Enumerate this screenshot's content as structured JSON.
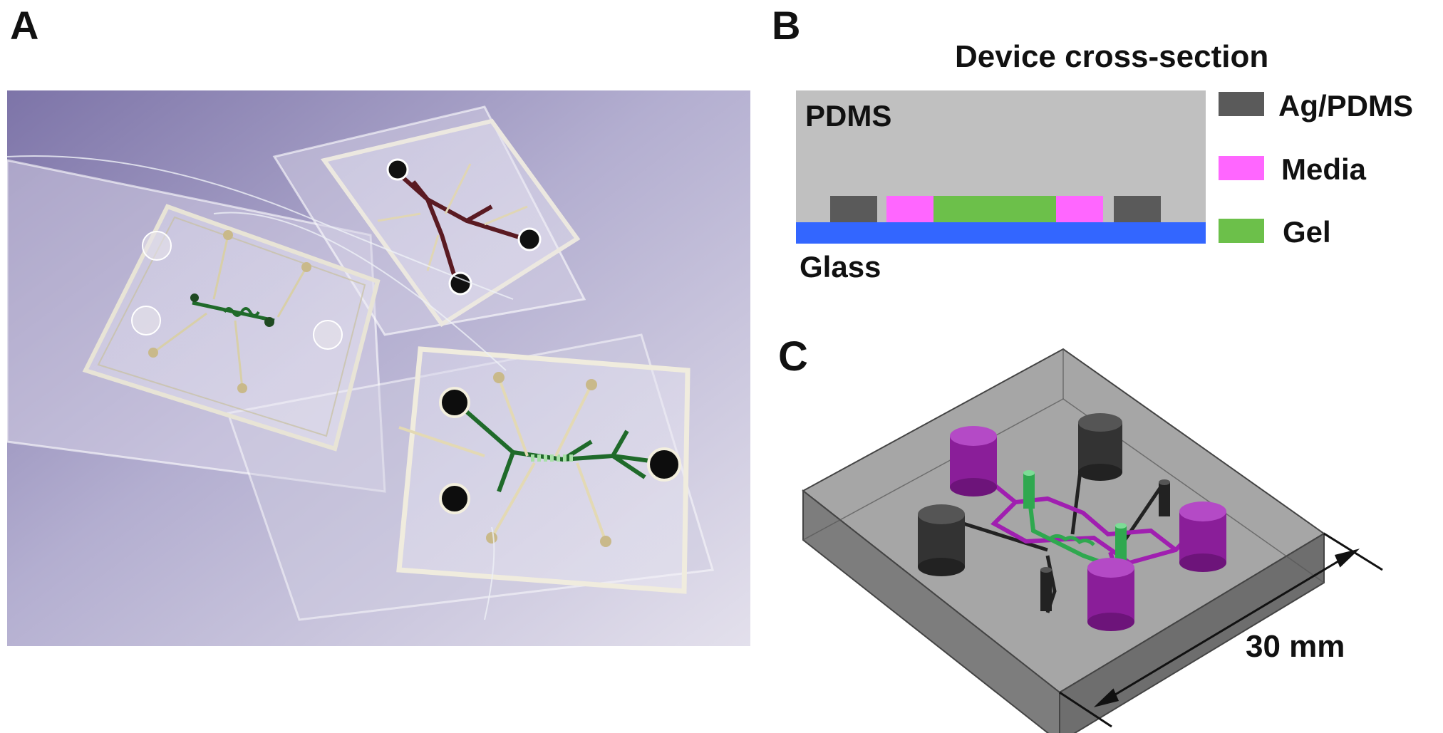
{
  "panels": {
    "a": {
      "letter": "A"
    },
    "b": {
      "letter": "B",
      "title": "Device cross-section",
      "layers": {
        "pdms": "PDMS",
        "glass": "Glass"
      },
      "legend": [
        {
          "label": "Ag/PDMS",
          "color": "#5a5a5a"
        },
        {
          "label": "Media",
          "color": "#ff66ff"
        },
        {
          "label": "Gel",
          "color": "#6cc04a"
        }
      ],
      "colors": {
        "pdms": "#c0c0c0",
        "glass": "#3366ff"
      }
    },
    "c": {
      "letter": "C",
      "dimension_label": "30 mm",
      "colors": {
        "block": "#8c8c8c",
        "electrode": "#2a2a2a",
        "media": "#9b1fa8",
        "gel": "#2fa84f"
      }
    }
  }
}
